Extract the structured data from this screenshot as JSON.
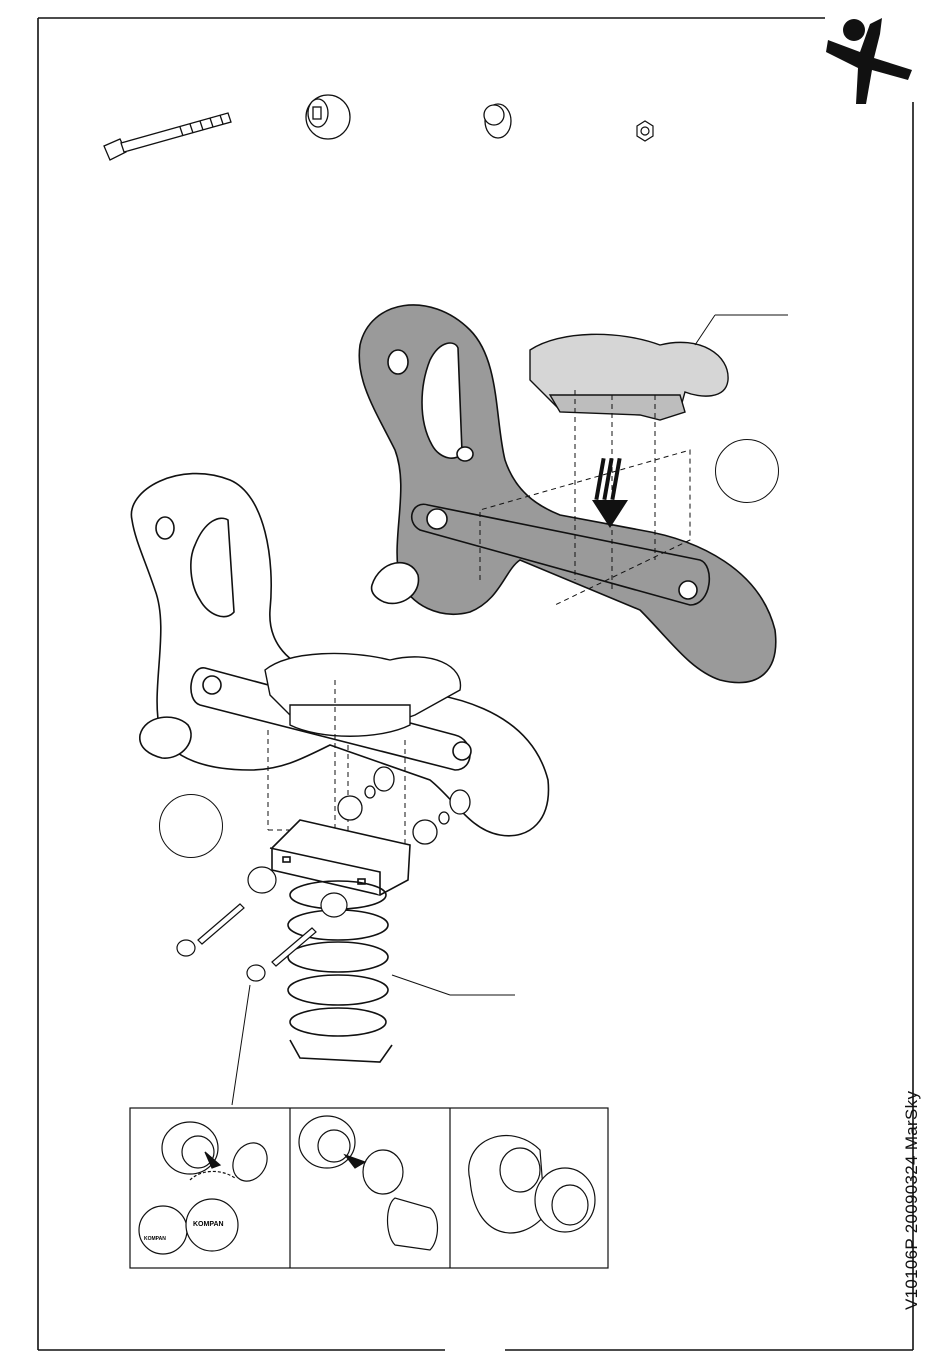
{
  "document": {
    "side_code": "V10106P 20090324 MarSky"
  },
  "detail_panels": {
    "panel1": {
      "cap_text_small": "KOMPAN",
      "cap_text_large": "KOMPAN"
    }
  },
  "icons": {
    "brand_logo": "person-jumping-icon"
  },
  "colors": {
    "line": "#111111",
    "part_fill": "#9a9a9a",
    "light_fill": "#d6d6d6"
  }
}
